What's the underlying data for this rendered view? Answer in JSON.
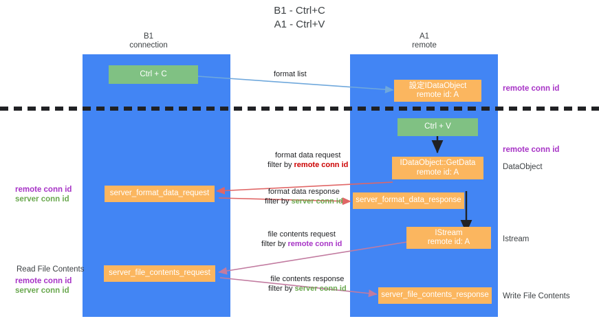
{
  "title": {
    "line1": "B1 - Ctrl+C",
    "line2": "A1 - Ctrl+V"
  },
  "columns": [
    {
      "name": "B1",
      "sub": "connection"
    },
    {
      "name": "A1",
      "sub": "remote"
    }
  ],
  "colors": {
    "lane": "#4285f4",
    "green_node": "#80c183",
    "orange_node": "#fbb65f",
    "purple_label": "#a733c6",
    "green_label": "#6aa84f",
    "red_arrow": "#e06666",
    "blue_arrow": "#6fa8dc",
    "magenta_arrow": "#c27ba0",
    "dark_arrow": "#202124"
  },
  "nodes": {
    "ctrl_c": {
      "line1": "Ctrl + C",
      "line2": ""
    },
    "data_object_remote": {
      "line1": "設定IDataObject",
      "line2": "remote id: A"
    },
    "ctrl_v": {
      "line1": "Ctrl + V",
      "line2": ""
    },
    "getdata": {
      "line1": "IDataObject::GetData",
      "line2": "remote id: A"
    },
    "format_req": {
      "line1": "server_format_data_request",
      "line2": ""
    },
    "format_resp": {
      "line1": "server_format_data_response",
      "line2": ""
    },
    "istream": {
      "line1": "IStream",
      "line2": "remote id: A"
    },
    "file_req": {
      "line1": "server_file_contents_request",
      "line2": ""
    },
    "file_resp": {
      "line1": "server_file_contents_response",
      "line2": ""
    }
  },
  "edge_labels": {
    "format_list": {
      "line1": "format list",
      "line2": ""
    },
    "format_data_req": {
      "line1": "format data request",
      "line2": "filter by ",
      "accent2": "remote conn id"
    },
    "format_data_resp": {
      "line1": "format data response",
      "line2": "filter by ",
      "accent2": "server conn id"
    },
    "file_contents_req": {
      "line1": "file contents request",
      "line2": "filter by ",
      "accent2": "remote conn id"
    },
    "file_contents_resp": {
      "line1": "file contents response",
      "line2": "filter by ",
      "accent2": "server conn id"
    }
  },
  "right_labels": {
    "remote_conn_id_top": "remote conn id",
    "remote_conn_id_mid": "remote conn id",
    "data_object": "DataObject",
    "istream": "Istream",
    "write_file_contents": "Write File Contents"
  },
  "left_labels": {
    "remote_conn_id_1": "remote conn id",
    "server_conn_id_1": "server conn id",
    "read_file_contents": "Read File Contents",
    "remote_conn_id_2": "remote conn id",
    "server_conn_id_2": "server conn id"
  }
}
